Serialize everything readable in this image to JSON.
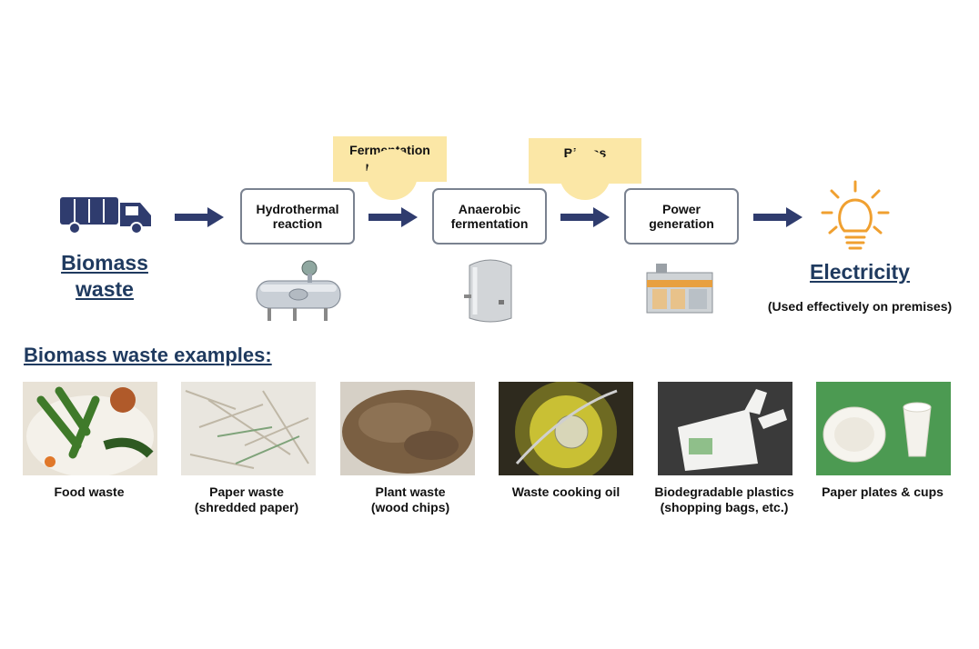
{
  "flow": {
    "source_label": "Biomass\nwaste",
    "steps": [
      {
        "label": "Hydrothermal\nreaction"
      },
      {
        "label": "Anaerobic\nfermentation"
      },
      {
        "label": "Power\ngeneration"
      }
    ],
    "products": [
      {
        "label": "Fermentation\nmaterial"
      },
      {
        "label": "Biogas"
      }
    ],
    "output_label": "Electricity",
    "output_note": "(Used effectively on premises)"
  },
  "examples": {
    "heading": "Biomass waste examples:",
    "items": [
      {
        "label": "Food waste"
      },
      {
        "label": "Paper waste\n(shredded paper)"
      },
      {
        "label": "Plant waste\n(wood chips)"
      },
      {
        "label": "Waste cooking oil"
      },
      {
        "label": "Biodegradable plastics\n(shopping bags, etc.)"
      },
      {
        "label": "Paper plates & cups"
      }
    ]
  },
  "colors": {
    "arrow": "#2f3c6e",
    "label_blue": "#1f3a5f",
    "product_fill": "#fbe7a6",
    "bulb": "#f0a030"
  }
}
